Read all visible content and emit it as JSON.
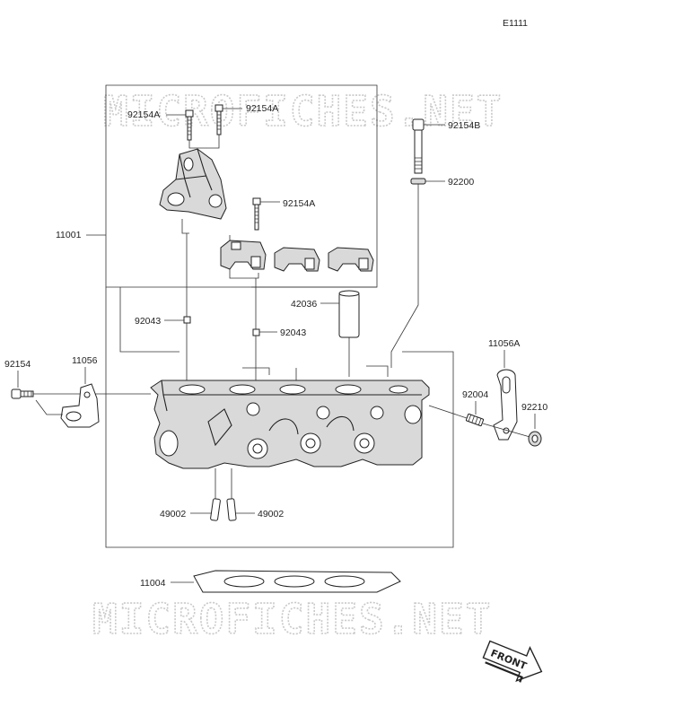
{
  "diagram_id": "E1111",
  "watermark": "MICROFICHES.NET",
  "labels": {
    "b_92154A_l": "92154A",
    "b_92154A_r": "92154A",
    "b_92154B": "92154B",
    "b_92200": "92200",
    "b_92154A_mid": "92154A",
    "l_11001": "11001",
    "l_42036": "42036",
    "l_92043_l": "92043",
    "l_92043_r": "92043",
    "l_92154": "92154",
    "l_11056": "11056",
    "l_11056A": "11056A",
    "l_92004": "92004",
    "l_92210": "92210",
    "l_49002_l": "49002",
    "l_49002_r": "49002",
    "l_11004": "11004"
  },
  "front_arrow": "FRONT"
}
